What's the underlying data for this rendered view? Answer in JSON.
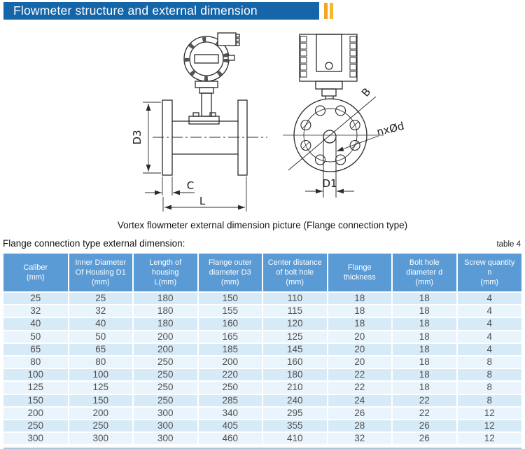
{
  "header": {
    "title": "Flowmeter structure and external dimension"
  },
  "diagram": {
    "caption": "Vortex flowmeter external dimension picture (Flange connection type)",
    "labels": {
      "d3": "D3",
      "c": "C",
      "l": "L",
      "b": "B",
      "nxod": "nxØd",
      "d1": "D1"
    }
  },
  "table_section": {
    "intro": "Flange connection type external dimension:",
    "table_ref": "table 4"
  },
  "table": {
    "headers": [
      "Caliber\n(mm)",
      "Inner Diameter\nOf Housing D1\n(mm)",
      "Length of\nhousing\nL(mm)",
      "Flange outer\ndiameter D3\n(mm)",
      "Center distance\nof bolt hole\n(mm)",
      "Flange\nthickness",
      "Bolt hole\ndiameter d\n(mm)",
      "Screw quantity\nn\n(mm)"
    ],
    "rows": [
      [
        25,
        25,
        180,
        150,
        110,
        18,
        18,
        4
      ],
      [
        32,
        32,
        180,
        155,
        115,
        18,
        18,
        4
      ],
      [
        40,
        40,
        180,
        160,
        120,
        18,
        18,
        4
      ],
      [
        50,
        50,
        200,
        165,
        125,
        20,
        18,
        4
      ],
      [
        65,
        65,
        200,
        185,
        145,
        20,
        18,
        4
      ],
      [
        80,
        80,
        250,
        200,
        160,
        20,
        18,
        8
      ],
      [
        100,
        100,
        250,
        220,
        180,
        22,
        18,
        8
      ],
      [
        125,
        125,
        250,
        250,
        210,
        22,
        18,
        8
      ],
      [
        150,
        150,
        250,
        285,
        240,
        24,
        22,
        8
      ],
      [
        200,
        200,
        300,
        340,
        295,
        26,
        22,
        12
      ],
      [
        250,
        250,
        300,
        405,
        355,
        28,
        26,
        12
      ],
      [
        300,
        300,
        300,
        460,
        410,
        32,
        26,
        12
      ]
    ]
  },
  "colors": {
    "title_bar_blue": "#1565a9",
    "accent_yellow": "#f2a71b",
    "table_header_blue": "#5b9bd5",
    "row_stripe_dark": "#d7eaf8",
    "row_stripe_light": "#e9f4fc"
  }
}
